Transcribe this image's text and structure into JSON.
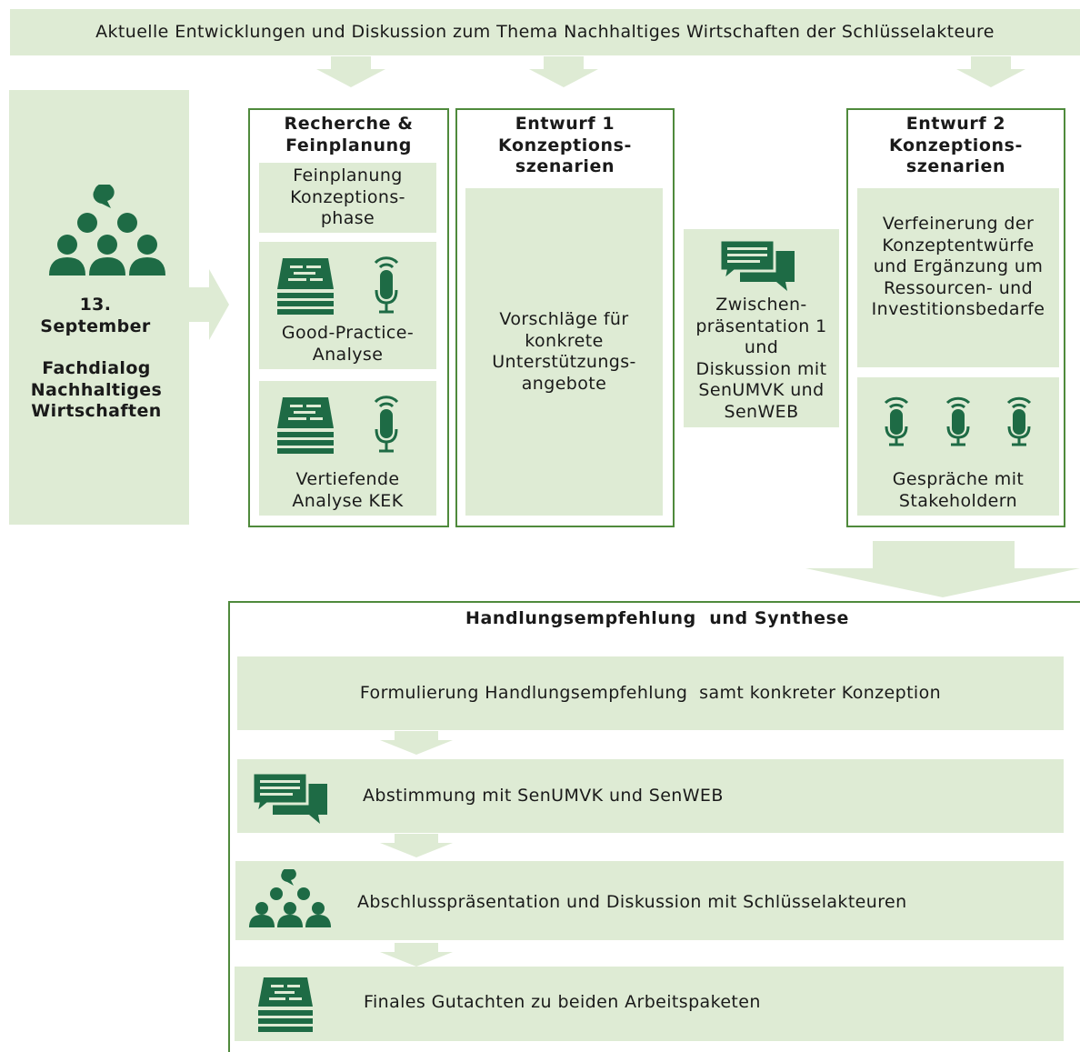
{
  "top_banner": "Aktuelle Entwicklungen und Diskussion zum Thema Nachhaltiges Wirtschaften der Schlüsselakteure",
  "left_panel": {
    "date": "13.\nSeptember",
    "event": "Fachdialog\nNachhaltiges\nWirtschaften"
  },
  "column1": {
    "title": "Recherche &\nFeinplanung",
    "box1": "Feinplanung\nKonzeptions-\nphase",
    "box2": "Good-Practice-\nAnalyse",
    "box3": "Vertiefende\nAnalyse KEK"
  },
  "column2": {
    "title": "Entwurf 1\nKonzeptions-\nszenarien",
    "body": "Vorschläge für\nkonkrete\nUnterstützungs-\nangebote"
  },
  "interim": {
    "text": "Zwischen-\npräsentation 1\nund\nDiskussion mit\nSenUMVK und\nSenWEB"
  },
  "column3": {
    "title": "Entwurf 2\nKonzeptions-\nszenarien",
    "box1": "Verfeinerung der\nKonzeptentwürfe\nund Ergänzung um\nRessourcen- und\nInvestitionsbedarfe",
    "box2": "Gespräche mit\nStakeholdern"
  },
  "synthesis": {
    "title": "Handlungsempfehlung  und Synthese",
    "steps": [
      "Formulierung Handlungsempfehlung  samt konkreter Konzeption",
      "Abstimmung mit SenUMVK und SenWEB",
      "Abschlusspräsentation und Diskussion mit Schlüsselakteuren",
      "Finales Gutachten zu beiden Arbeitspaketen"
    ]
  },
  "colors": {
    "light_green": "#deebd4",
    "frame_green": "#4f8a3c",
    "icon_green": "#1e6b45"
  },
  "icons": [
    "people-group-icon",
    "document-stack-icon",
    "microphone-icon",
    "chat-bubbles-icon"
  ]
}
